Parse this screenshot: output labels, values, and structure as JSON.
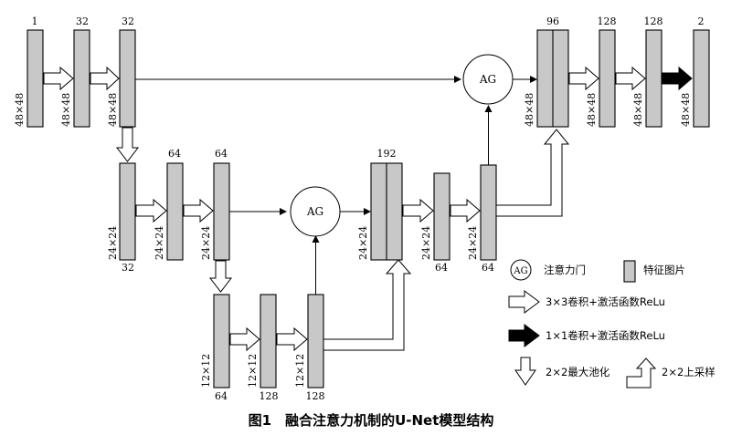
{
  "labels": {
    "enc1": {
      "ch_in": "1",
      "ch_a": "32",
      "ch_b": "32",
      "size": "48×48"
    },
    "enc2": {
      "ch_bottom": "32",
      "ch_a": "64",
      "ch_b": "64",
      "size": "24×24"
    },
    "enc3": {
      "ch_a": "64",
      "ch_b": "128",
      "ch_c": "128",
      "size": "12×12"
    },
    "dec2": {
      "ch_concat": "192",
      "ch_a": "64",
      "ch_b": "64",
      "size": "24×24"
    },
    "dec1": {
      "ch_concat": "96",
      "ch_a": "128",
      "ch_b": "128",
      "ch_out": "2",
      "size": "48×48"
    },
    "ag": "AG"
  },
  "legend": {
    "ag_symbol": "AG",
    "ag_label": "注意力门",
    "fmap_label": "特征图片",
    "conv3_label": "3×3卷积+激活函数ReLu",
    "conv1_label": "1×1卷积+激活函数ReLu",
    "pool_label": "2×2最大池化",
    "up_label": "2×2上采样"
  },
  "caption": "图1　融合注意力机制的U-Net模型结构"
}
